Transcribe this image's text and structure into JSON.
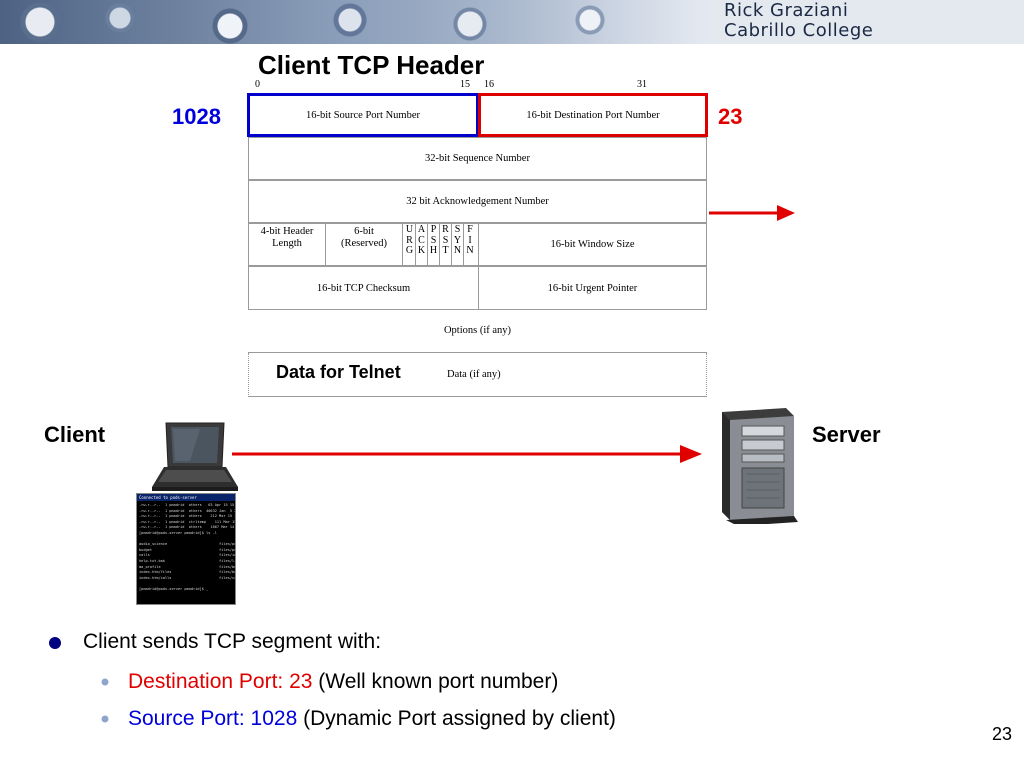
{
  "banner": {
    "name": "Rick Graziani",
    "college": "Cabrillo College"
  },
  "title": "Client TCP Header",
  "bit_markers": {
    "b0": "0",
    "b15": "15",
    "b16": "16",
    "b31": "31"
  },
  "header": {
    "source_port": "16-bit Source Port Number",
    "dest_port": "16-bit Destination Port Number",
    "sequence": "32-bit Sequence Number",
    "ack": "32 bit Acknowledgement Number",
    "header_length_1": "4-bit Header",
    "header_length_2": "Length",
    "reserved_1": "6-bit",
    "reserved_2": "(Reserved)",
    "flags": [
      {
        "l1": "U",
        "l2": "R",
        "l3": "G"
      },
      {
        "l1": "A",
        "l2": "C",
        "l3": "K"
      },
      {
        "l1": "P",
        "l2": "S",
        "l3": "H"
      },
      {
        "l1": "R",
        "l2": "S",
        "l3": "T"
      },
      {
        "l1": "S",
        "l2": "Y",
        "l3": "N"
      },
      {
        "l1": "F",
        "l2": "I",
        "l3": "N"
      }
    ],
    "window": "16-bit Window Size",
    "checksum": "16-bit TCP Checksum",
    "urgent": "16-bit Urgent Pointer",
    "options": "Options (if any)",
    "data_telnet": "Data for Telnet",
    "data_ifany": "Data (if any)"
  },
  "ports": {
    "source": "1028",
    "destination": "23"
  },
  "labels": {
    "client": "Client",
    "server": "Server"
  },
  "bullets": {
    "main": "Client sends TCP segment with:",
    "dest_prefix": "Destination Port: 23",
    "dest_suffix": " (Well known port number)",
    "src_prefix": "Source Port: 1028",
    "src_suffix": " (Dynamic Port assigned by client)"
  },
  "terminal": {
    "title": "Connected to pods-server",
    "lines": [
      "-rw-r--r--  1 pmadrid  others   63 Apr 15 15:19 bud_letter",
      "-rw-r--r--  1 pmadrid  others  40632 Jan  5 22:15 budget.fnd",
      "-rw-r--r--  1 pmadrid  others    212 Mar 15 14:48 calls",
      "-rw-r--r--  1 pmadrid  ctrltemp    111 Mar 15 15:56 index",
      "-rw-r--r--  1 pmadrid  others    1667 Mar 14 14:28 list",
      "[pmadrid@pods-server pmadrid]$ ls -l",
      "",
      "audio_science                        files/pods_1.htm",
      "budget                               files/pods.htm",
      "calls                                files/index.htm",
      "help.txt.bak                         files/list.htm",
      "ma_profile                           files/bud.htm",
      "index.htm/files                      files/budget.htm",
      "index.htm/calls                      files/calls.htm",
      "",
      "[pmadrid@pods-server pmadrid]$ _"
    ],
    "colors": {
      "bg": "#000000",
      "fg": "#d8d8d8",
      "title_bg": "#0a246a"
    }
  },
  "colors": {
    "source_box": "#0000cc",
    "dest_box": "#dd0000",
    "dest_text": "#e00000",
    "src_text": "#0000dd",
    "arrow": "#e00000",
    "bullet": "#000080",
    "sub_bullet": "#8ea6cc"
  }
}
